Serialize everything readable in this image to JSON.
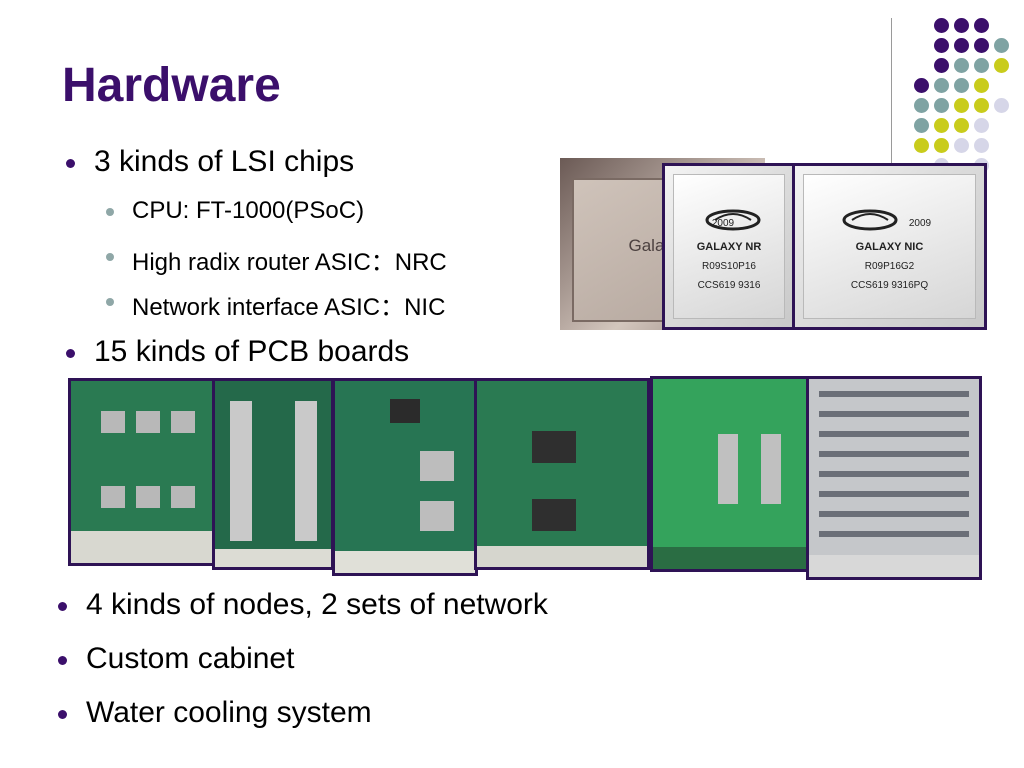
{
  "slide": {
    "title": "Hardware",
    "top_bullets": [
      {
        "text": "3 kinds of LSI chips",
        "level": 1
      },
      {
        "text": "CPU: FT-1000(PSoC)",
        "level": 2
      },
      {
        "text": "High radix router ASIC：NRC",
        "level": 2
      },
      {
        "text": "Network interface ASIC：NIC",
        "level": 2
      },
      {
        "text": "15 kinds of PCB boards",
        "level": 1
      }
    ],
    "bottom_bullets": [
      {
        "text": "4 kinds of nodes, 2 sets of network"
      },
      {
        "text": "Custom cabinet"
      },
      {
        "text": "Water cooling system"
      }
    ]
  },
  "chips": {
    "cpu_photo_text": "Galaxy F",
    "nrc": {
      "line1": "GALAXY NR",
      "line2": "R09S10P16",
      "line3": "CCS619   9316",
      "year": "2009"
    },
    "nic": {
      "line1": "GALAXY NIC",
      "line2": "R09P16G2",
      "line3": "CCS619   9316PQ",
      "year": "2009"
    }
  },
  "colors": {
    "title": "#3b0f6b",
    "dot_purple": "#3b0f6b",
    "dot_teal": "#7fa3a3",
    "dot_yellow": "#c9cc1c",
    "dot_lavender": "#d6d6e8",
    "frame": "#2e1355"
  }
}
